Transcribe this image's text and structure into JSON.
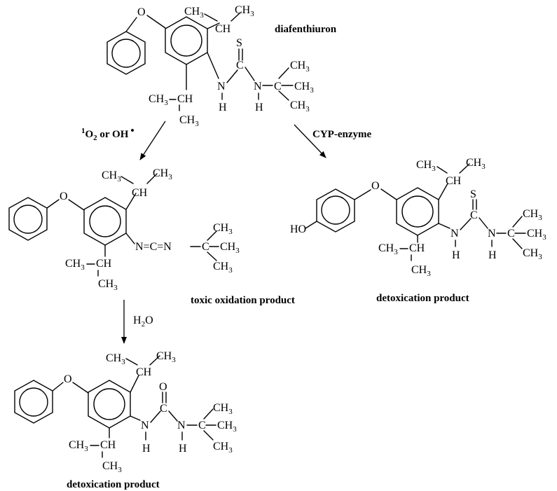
{
  "labels": {
    "diafenthiuron": "diafenthiuron",
    "singlet_oxygen_prefix": "1",
    "singlet_oxygen": "O",
    "singlet_oxygen_sub": "2",
    "or_oh": " or OH",
    "radical_dot": "•",
    "cyp_enzyme": "CYP-enzyme",
    "toxic_product": "toxic oxidation product",
    "detox_product_right": "detoxication product",
    "water": "H",
    "water_sub": "2",
    "water_o": "O",
    "detox_product_bottom": "detoxication product"
  },
  "atoms": {
    "O": "O",
    "S": "S",
    "N": "N",
    "H": "H",
    "C": "C",
    "CH": "CH",
    "CH3": "CH",
    "sub3": "3",
    "HO": "HO",
    "NCN": "N=C=N"
  }
}
